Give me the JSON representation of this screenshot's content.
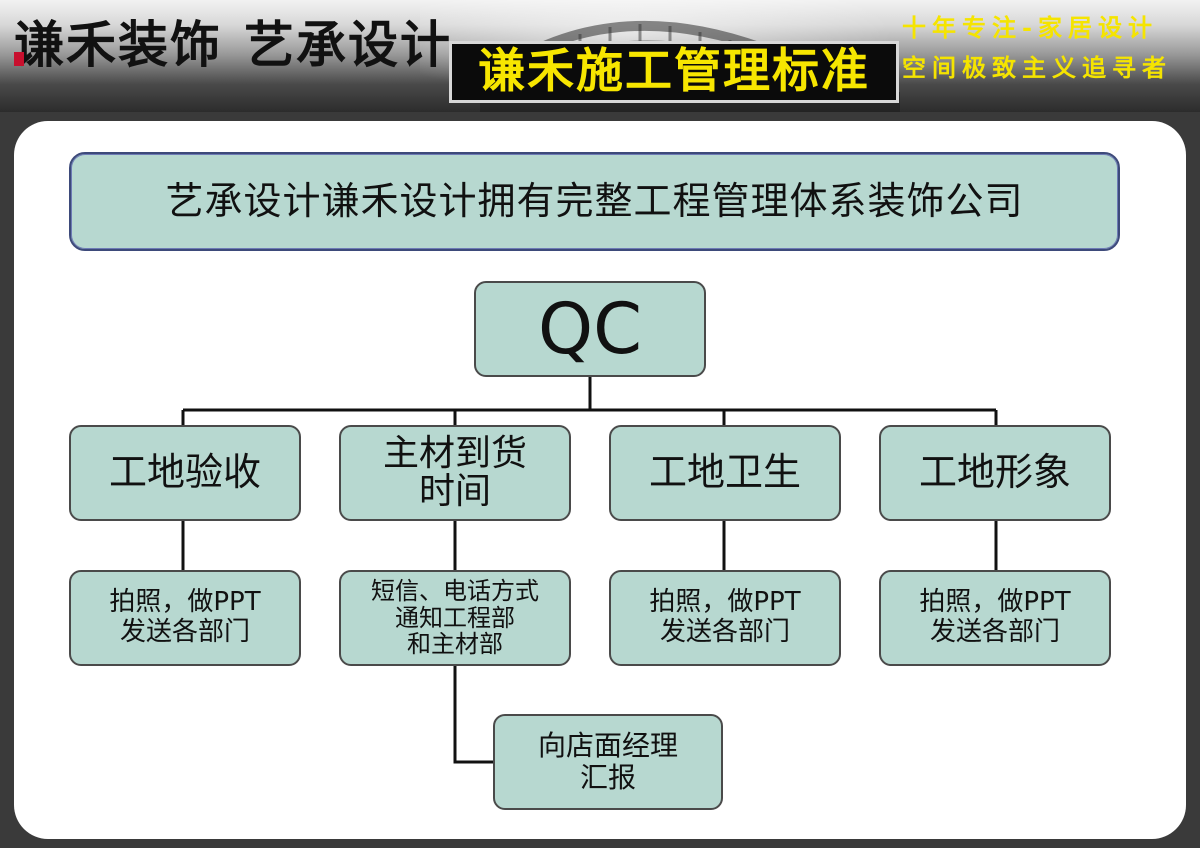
{
  "banner": {
    "brand_primary": "谦禾装饰",
    "brand_secondary": "艺承设计",
    "title": "谦禾施工管理标准",
    "slogan_line1": "十年专注-家居设计",
    "slogan_line2": "空间极致主义追寻者"
  },
  "diagram": {
    "header": "艺承设计谦禾设计拥有完整工程管理体系装饰公司",
    "root": "QC",
    "branches": [
      {
        "label": "工地验收",
        "detail": "拍照，做PPT\n发送各部门"
      },
      {
        "label": "主材到货\n时间",
        "detail": "短信、电话方式\n通知工程部\n和主材部"
      },
      {
        "label": "工地卫生",
        "detail": "拍照，做PPT\n发送各部门"
      },
      {
        "label": "工地形象",
        "detail": "拍照，做PPT\n发送各部门"
      }
    ],
    "report": "向店面经理\n汇报"
  },
  "colors": {
    "node_fill": "#b7d8d0",
    "title_text": "#f7e600",
    "slogan_text": "#f5e400"
  }
}
